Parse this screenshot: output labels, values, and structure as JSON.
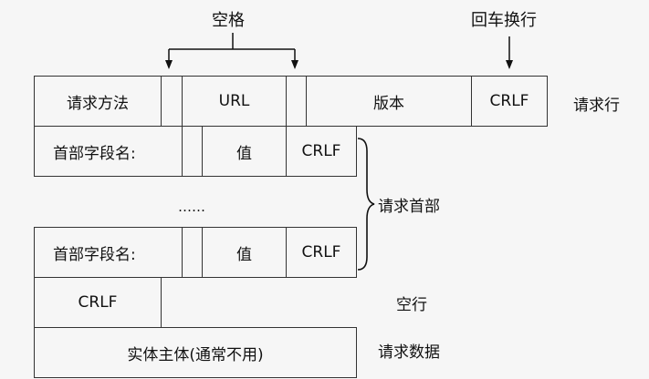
{
  "annotations": {
    "space": "空格",
    "crlf_top": "回车换行"
  },
  "request_line": {
    "method": "请求方法",
    "url": "URL",
    "version": "版本",
    "crlf": "CRLF",
    "label": "请求行"
  },
  "header_rows": [
    {
      "name": "首部字段名:",
      "value": "值",
      "crlf": "CRLF"
    },
    {
      "name": "首部字段名:",
      "value": "值",
      "crlf": "CRLF"
    }
  ],
  "ellipsis": "……",
  "headers_label": "请求首部",
  "blank_line": {
    "crlf": "CRLF",
    "label": "空行"
  },
  "body": {
    "text": "实体主体(通常不用)",
    "label": "请求数据"
  }
}
